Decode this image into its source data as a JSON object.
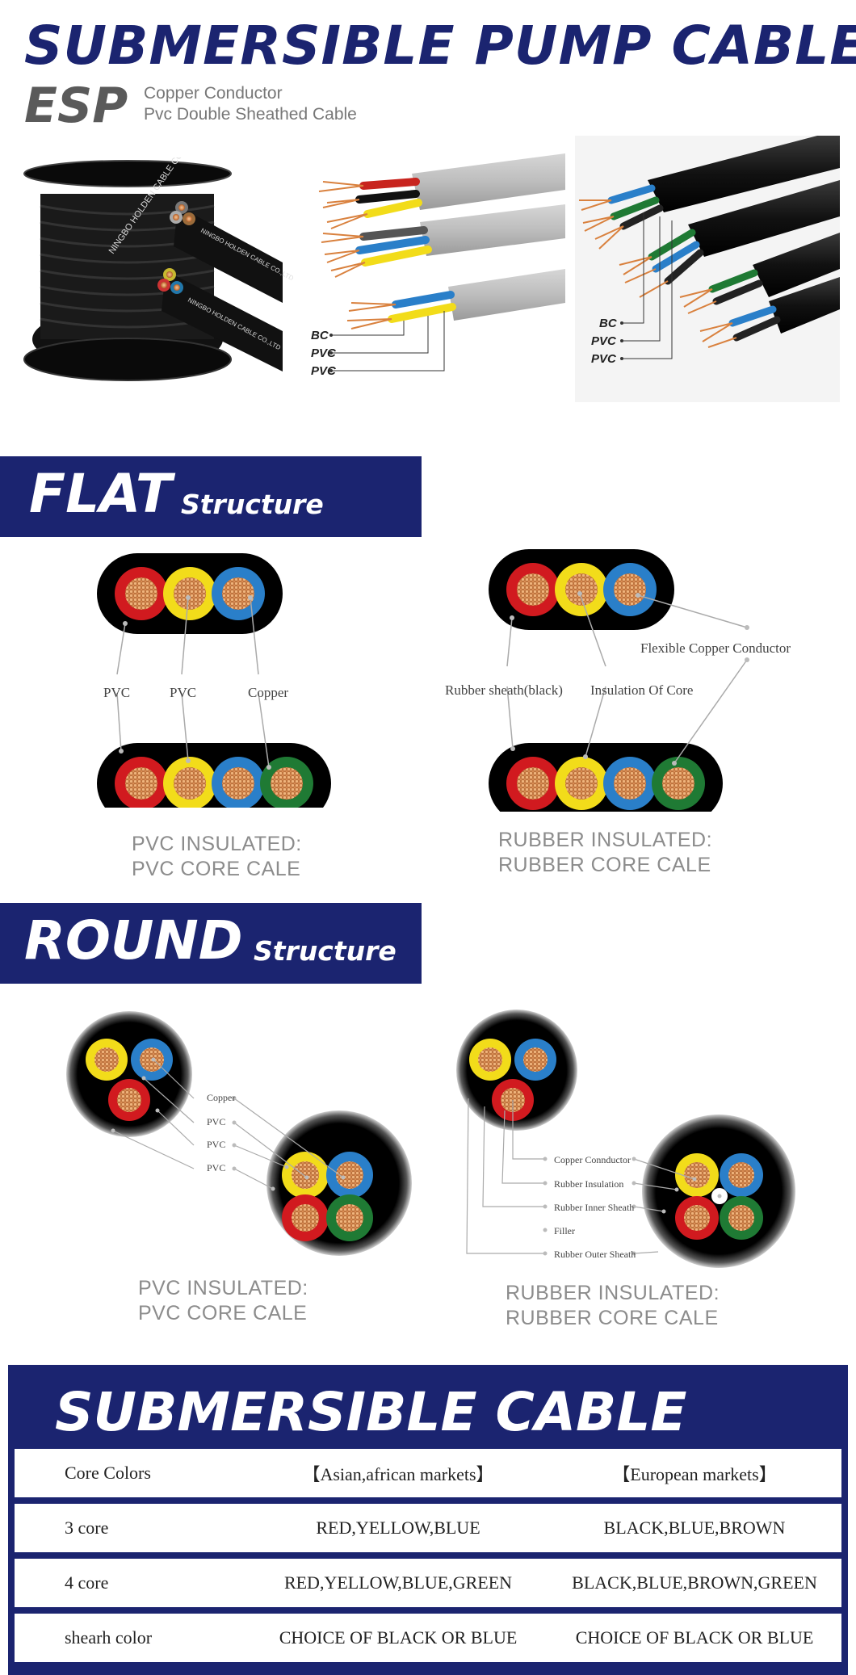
{
  "header": {
    "title": "SUBMERSIBLE PUMP CABLE",
    "code": "ESP",
    "subtitle_line1": "Copper Conductor",
    "subtitle_line2": "Pvc Double Sheathed Cable"
  },
  "photos": {
    "reel_print": "NINGBO HOLDEN CABLE CO.,LTD",
    "cable_print": "NINGBO HOLDEN CABLE CO.,LTD",
    "labels": [
      "BC",
      "PVC",
      "PVC"
    ]
  },
  "flat": {
    "heading_big": "FLAT",
    "heading_small": "Structure",
    "pvc": {
      "labels": [
        "PVC",
        "PVC",
        "Copper"
      ],
      "caption_line1": "PVC INSULATED:",
      "caption_line2": "PVC CORE CALE"
    },
    "rubber": {
      "labels": [
        "Rubber sheath(black)",
        "Insulation Of Core",
        "Flexible Copper Conductor"
      ],
      "caption_line1": "RUBBER INSULATED:",
      "caption_line2": "RUBBER CORE CALE"
    }
  },
  "round": {
    "heading_big": "ROUND",
    "heading_small": "Structure",
    "pvc": {
      "labels": [
        "Copper",
        "PVC",
        "PVC",
        "PVC"
      ],
      "caption_line1": "PVC INSULATED:",
      "caption_line2": "PVC CORE CALE"
    },
    "rubber": {
      "labels": [
        "Copper Connductor",
        "Rubber Insulation",
        "Rubber Inner Sheath",
        "Filler",
        "Rubber Outer Sheath"
      ],
      "caption_line1": "RUBBER INSULATED:",
      "caption_line2": "RUBBER CORE CALE"
    }
  },
  "table": {
    "title": "SUBMERSIBLE CABLE",
    "header": [
      "Core Colors",
      "【Asian,african markets】",
      "【European markets】"
    ],
    "rows": [
      [
        "3 core",
        "RED,YELLOW,BLUE",
        "BLACK,BLUE,BROWN"
      ],
      [
        "4 core",
        "RED,YELLOW,BLUE,GREEN",
        "BLACK,BLUE,BROWN,GREEN"
      ],
      [
        "shearh color",
        "CHOICE OF BLACK OR BLUE",
        "CHOICE OF BLACK OR BLUE"
      ]
    ]
  },
  "colors": {
    "navy": "#1b2470",
    "red": "#d11a1f",
    "yellow": "#f2dc1a",
    "blue": "#2a7fc9",
    "green": "#1f7a34",
    "copper": "#d88b52"
  }
}
